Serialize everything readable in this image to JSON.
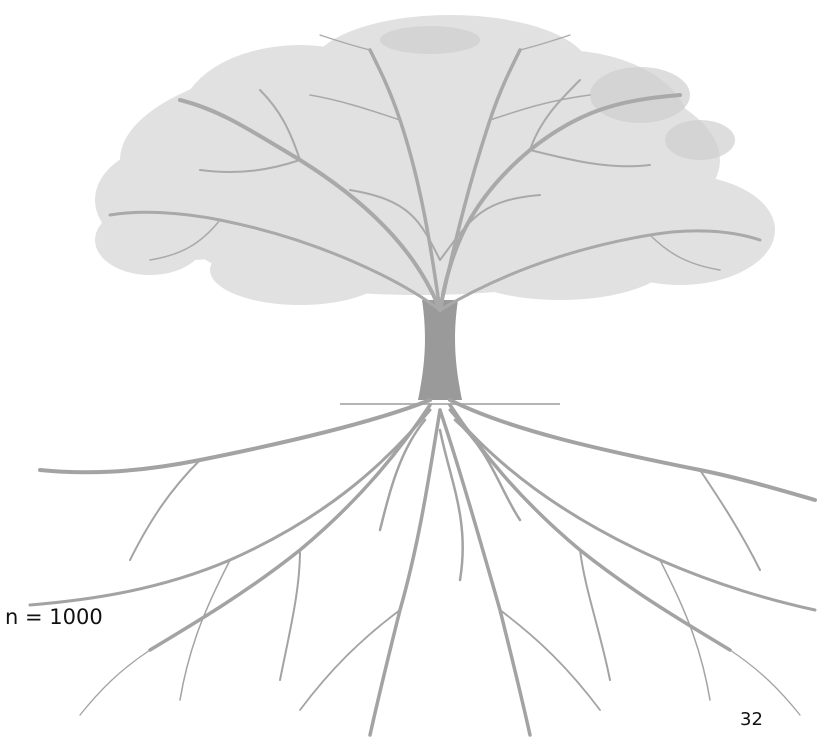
{
  "slide": {
    "annotation": "n = 1000",
    "page_number": "32"
  },
  "illustration": {
    "subject": "tree-with-roots",
    "colors": {
      "foliage": "#e1e1e1",
      "foliage_shadow": "#cfcfcf",
      "branches": "#a9a9a9",
      "trunk": "#9a9a9a",
      "roots": "#a3a3a3"
    }
  }
}
